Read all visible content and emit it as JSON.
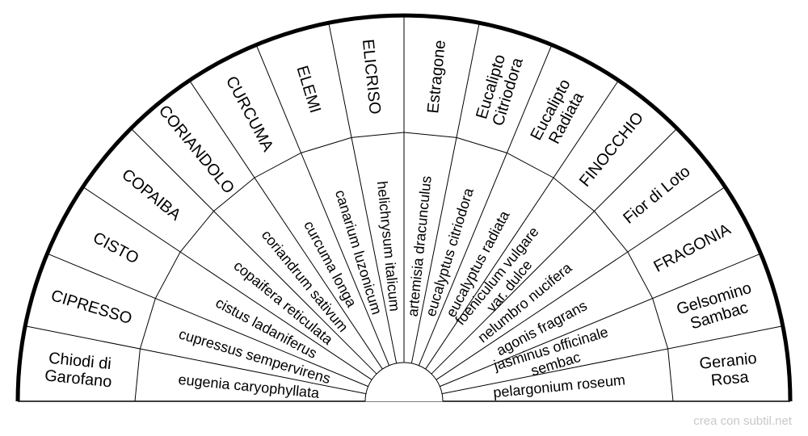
{
  "sectors": [
    {
      "name": [
        "Chiodi di",
        "Garofano"
      ],
      "latin": [
        "eugenia caryophyllata"
      ]
    },
    {
      "name": [
        "CIPRESSO"
      ],
      "latin": [
        "cupressus sempervirens"
      ]
    },
    {
      "name": [
        "CISTO"
      ],
      "latin": [
        "cistus ladaniferus"
      ]
    },
    {
      "name": [
        "COPAIBA"
      ],
      "latin": [
        "copaifera reticulata"
      ]
    },
    {
      "name": [
        "CORIANDOLO"
      ],
      "latin": [
        "coriandrum sativum"
      ]
    },
    {
      "name": [
        "CURCUMA"
      ],
      "latin": [
        "curcuma longa"
      ]
    },
    {
      "name": [
        "ELEMI"
      ],
      "latin": [
        "canarium luzonicum"
      ]
    },
    {
      "name": [
        "ELICRISO"
      ],
      "latin": [
        "helichrysum italicum"
      ]
    },
    {
      "name": [
        "Estragone"
      ],
      "latin": [
        "artemisia dracunculus"
      ]
    },
    {
      "name": [
        "Eucalipto",
        "Citriodora"
      ],
      "latin": [
        "eucalyptus citriodora"
      ]
    },
    {
      "name": [
        "Eucalipto",
        "Radiata"
      ],
      "latin": [
        "eucalyptus radiata"
      ]
    },
    {
      "name": [
        "FINOCCHIO"
      ],
      "latin": [
        "foeniculum vulgare",
        "var. dulce"
      ]
    },
    {
      "name": [
        "Fior di Loto"
      ],
      "latin": [
        "nelumbro nucifera"
      ]
    },
    {
      "name": [
        "FRAGONIA"
      ],
      "latin": [
        "agonis fragrans"
      ]
    },
    {
      "name": [
        "Gelsomino",
        "Sambac"
      ],
      "latin": [
        "jasminus officinale",
        "sembac"
      ]
    },
    {
      "name": [
        "Geranio",
        "Rosa"
      ],
      "latin": [
        "pelargonium roseum"
      ]
    }
  ],
  "credit": "crea con subtil.net"
}
